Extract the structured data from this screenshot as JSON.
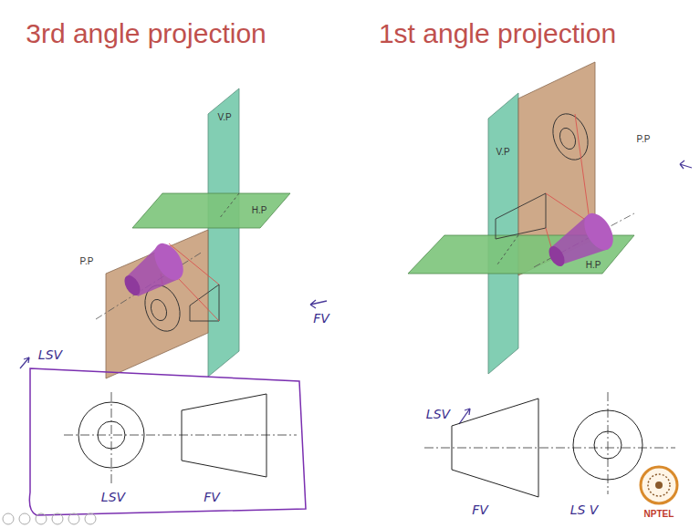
{
  "diagram": {
    "labels": [
      "3rd angle projection",
      "1st angle projection",
      "V.P",
      "H.P",
      "P.P",
      "FV",
      "LSV",
      "LSV",
      "FV",
      "V.P",
      "P.P",
      "H.P",
      "LSV",
      "FV",
      "LS V",
      "NPTEL"
    ]
  }
}
